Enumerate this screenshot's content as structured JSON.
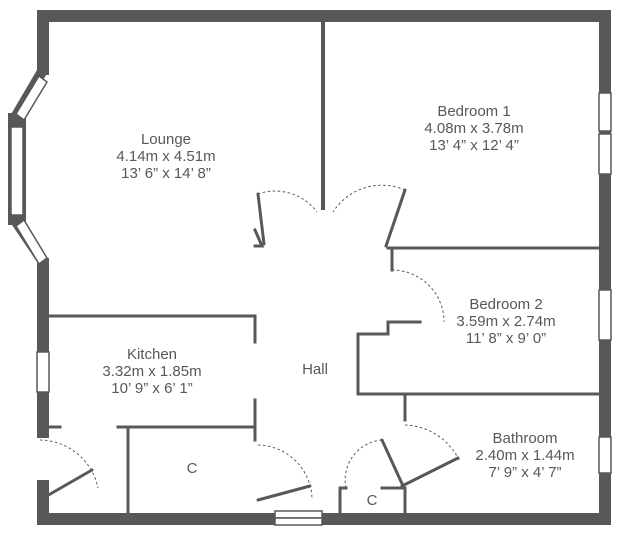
{
  "rooms": {
    "lounge": {
      "name": "Lounge",
      "metric": "4.14m x 4.51m",
      "imperial": "13’ 6” x 14’ 8”"
    },
    "bedroom1": {
      "name": "Bedroom 1",
      "metric": "4.08m x 3.78m",
      "imperial": "13’ 4” x 12’ 4”"
    },
    "bedroom2": {
      "name": "Bedroom 2",
      "metric": "3.59m x 2.74m",
      "imperial": "11’ 8” x 9’ 0”"
    },
    "kitchen": {
      "name": "Kitchen",
      "metric": "3.32m x 1.85m",
      "imperial": "10’ 9” x 6’ 1”"
    },
    "hall": {
      "name": "Hall"
    },
    "bathroom": {
      "name": "Bathroom",
      "metric": "2.40m x 1.44m",
      "imperial": "7’ 9” x 4’ 7”"
    },
    "cupboard1": {
      "name": "C"
    },
    "cupboard2": {
      "name": "C"
    }
  },
  "colors": {
    "wall": "#58585a",
    "background": "#ffffff"
  }
}
